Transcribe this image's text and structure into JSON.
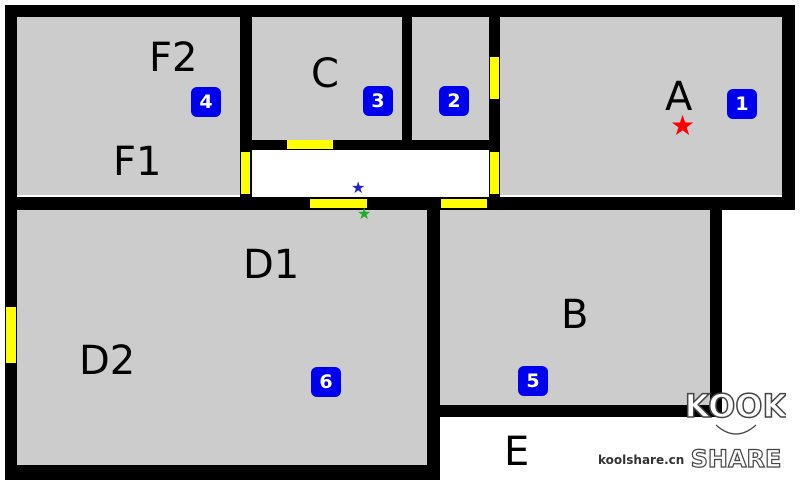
{
  "rooms": {
    "a": "A",
    "b": "B",
    "c": "C",
    "d1": "D1",
    "d2": "D2",
    "e": "E",
    "f1": "F1",
    "f2": "F2"
  },
  "badges": {
    "b1": "1",
    "b2": "2",
    "b3": "3",
    "b4": "4",
    "b5": "5",
    "b6": "6"
  },
  "markers": {
    "red_star": {
      "glyph": "★",
      "color": "#ff0000"
    },
    "blue_star": {
      "glyph": "★",
      "color": "#2222dd"
    },
    "green_star": {
      "glyph": "★",
      "color": "#22aa22"
    }
  },
  "colors": {
    "room": "#cccccc",
    "wall": "#000000",
    "door": "#ffff00",
    "badge": "#0000ee"
  },
  "watermark": {
    "site": "koolshare.cn",
    "logo_top": "KOOK",
    "logo_bottom": "SHARE"
  }
}
